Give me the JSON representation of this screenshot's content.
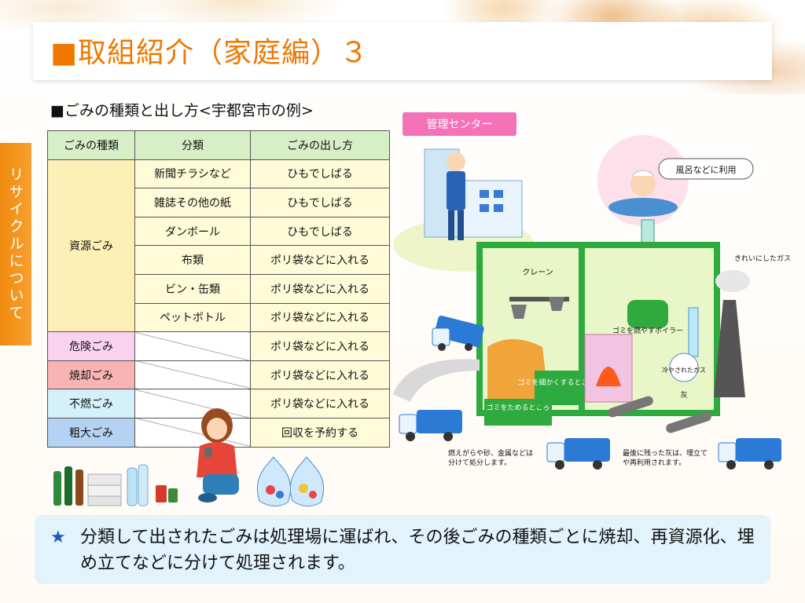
{
  "page": {
    "title": "■取組紹介（家庭編）３",
    "side_tab": "リサイクルについて",
    "subtitle": "■ごみの種類と出し方<宇都宮市の例>"
  },
  "table": {
    "headers": [
      "ごみの種類",
      "分類",
      "ごみの出し方"
    ],
    "resource": {
      "label": "資源ごみ",
      "rows": [
        {
          "bunrui": "新聞チラシなど",
          "method": "ひもでしばる"
        },
        {
          "bunrui": "雑誌その他の紙",
          "method": "ひもでしばる"
        },
        {
          "bunrui": "ダンボール",
          "method": "ひもでしばる"
        },
        {
          "bunrui": "布類",
          "method": "ポリ袋などに入れる"
        },
        {
          "bunrui": "ビン・缶類",
          "method": "ポリ袋などに入れる"
        },
        {
          "bunrui": "ペットボトル",
          "method": "ポリ袋などに入れる"
        }
      ]
    },
    "others": [
      {
        "type": "危険ごみ",
        "method": "ポリ袋などに入れる"
      },
      {
        "type": "焼却ごみ",
        "method": "ポリ袋などに入れる"
      },
      {
        "type": "不燃ごみ",
        "method": "ポリ袋などに入れる"
      },
      {
        "type": "粗大ごみ",
        "method": "回収を予約する"
      }
    ]
  },
  "diagram": {
    "management_center": "管理センター",
    "bath_bubble": "風呂などに利用",
    "clean_gas": "きれいにしたガス",
    "crane": "クレーン",
    "boiler": "ゴミを燃やすボイラー",
    "cooled_gas": "冷やされたガス",
    "ash": "灰",
    "storage": "ゴミをためるところ",
    "shredder": "ゴミを細かくするところ",
    "caption_left": "燃えがらや砂、金属などは分けて処分します。",
    "caption_right": "最後に残った灰は、埋立てや再利用されます。"
  },
  "note": {
    "text": "分類して出されたごみは処理場に運ばれ、その後ごみの種類ごとに焼却、再資源化、埋め立てなどに分けて処理されます。"
  },
  "colors": {
    "title_orange": "#f07800",
    "tab_orange": "#f08a10",
    "pink_label": "#f472b8",
    "plant_green": "#2eaa3e",
    "truck_blue": "#2a7ad6"
  }
}
